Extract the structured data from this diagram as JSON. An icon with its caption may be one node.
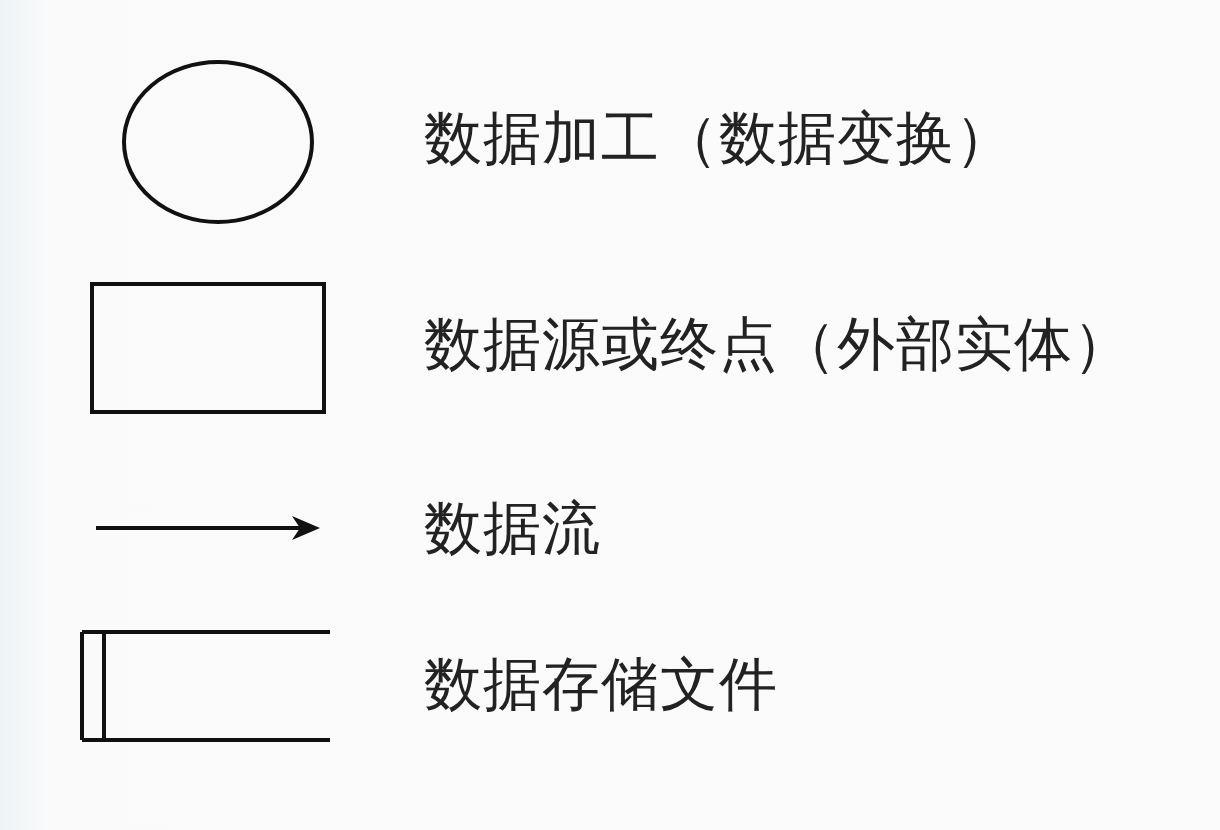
{
  "diagram": {
    "legend": [
      {
        "text": "数据加工（数据变换）"
      },
      {
        "text": "数据源或终点（外部实体）"
      },
      {
        "text": "数据流"
      },
      {
        "text": "数据存储文件"
      }
    ]
  }
}
